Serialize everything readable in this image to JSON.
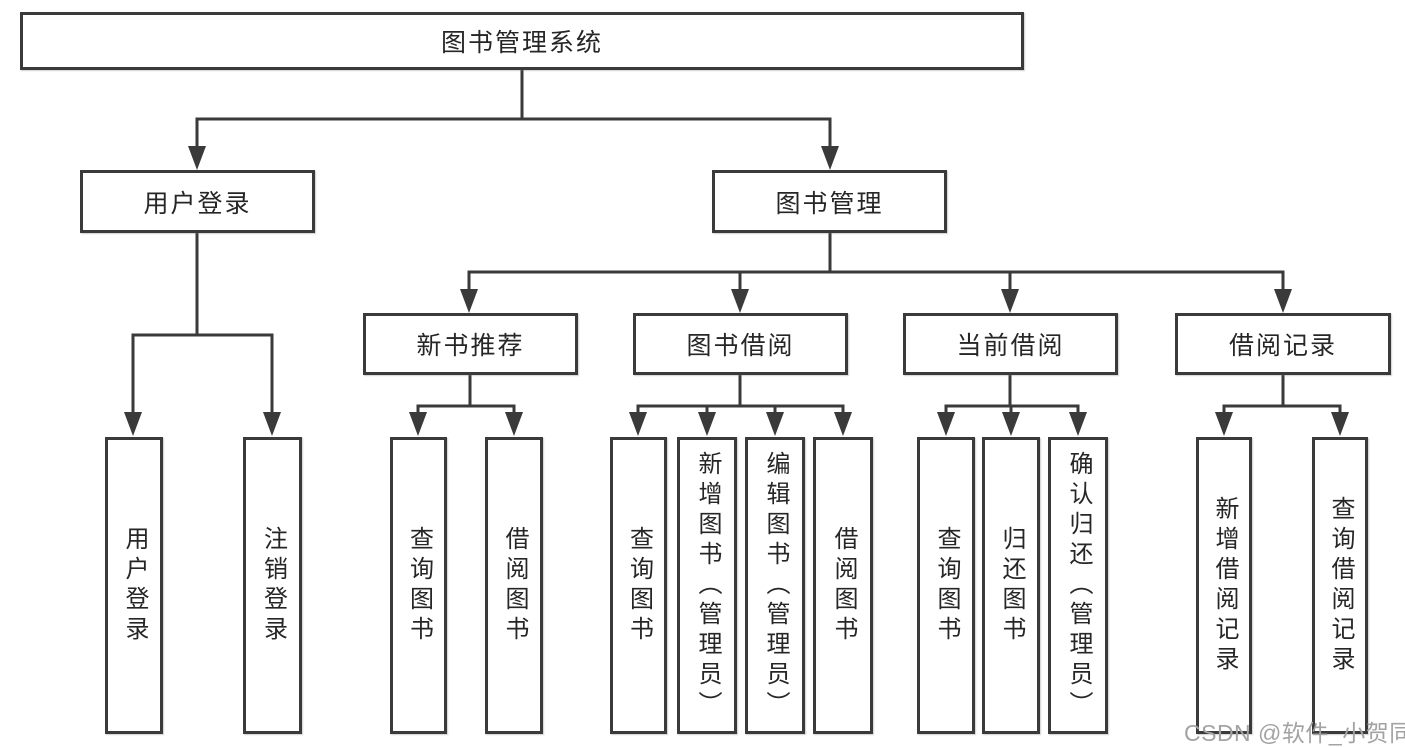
{
  "diagram": {
    "root": {
      "label": "图书管理系统"
    },
    "branches": [
      {
        "label": "用户登录",
        "children": [
          {
            "label": "用户登录"
          },
          {
            "label": "注销登录"
          }
        ]
      },
      {
        "label": "图书管理",
        "children": [
          {
            "label": "新书推荐",
            "children": [
              {
                "label": "查询图书"
              },
              {
                "label": "借阅图书"
              }
            ]
          },
          {
            "label": "图书借阅",
            "children": [
              {
                "label": "查询图书"
              },
              {
                "label": "新增图书（管理员）"
              },
              {
                "label": "编辑图书（管理员）"
              },
              {
                "label": "借阅图书"
              }
            ]
          },
          {
            "label": "当前借阅",
            "children": [
              {
                "label": "查询图书"
              },
              {
                "label": "归还图书"
              },
              {
                "label": "确认归还（管理员）"
              }
            ]
          },
          {
            "label": "借阅记录",
            "children": [
              {
                "label": "新增借阅记录"
              },
              {
                "label": "查询借阅记录"
              }
            ]
          }
        ]
      }
    ]
  },
  "watermark": {
    "text": "CSDN @软件_小贺同学"
  },
  "colors": {
    "line": "#3a3a3a",
    "box_border": "#3a3a3a",
    "text": "#262626",
    "watermark": "#a3a3a3",
    "background": "#ffffff"
  }
}
